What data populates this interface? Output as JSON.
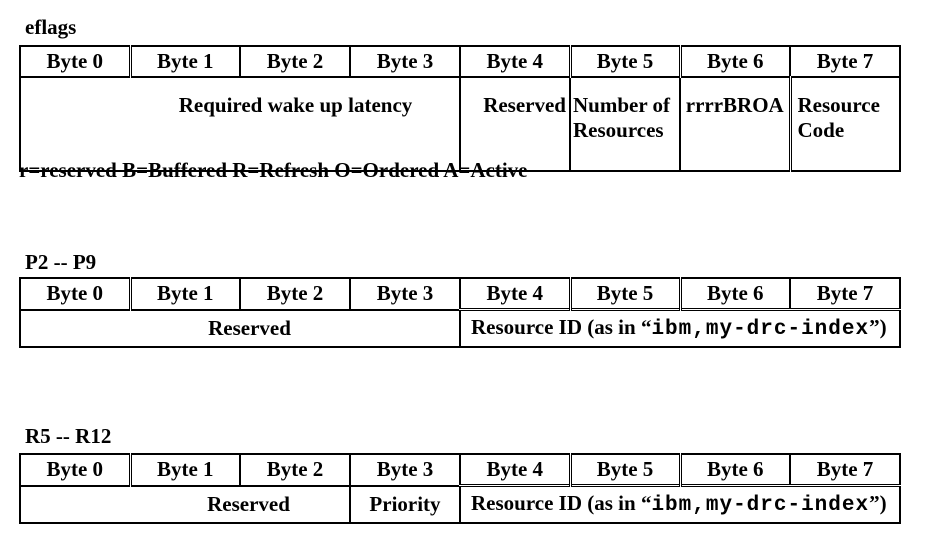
{
  "colors": {
    "background": "#ffffff",
    "border": "#000000",
    "text": "#000000"
  },
  "byte_headers": [
    "Byte 0",
    "Byte 1",
    "Byte 2",
    "Byte 3",
    "Byte 4",
    "Byte 5",
    "Byte 6",
    "Byte 7"
  ],
  "eflags_table": {
    "title": "eflags",
    "cells": {
      "latency": "Required wake up latency",
      "reserved": "Reserved",
      "num_resources": "Number of Resources",
      "flags": "rrrrBROA",
      "resource_code": "Resource Code"
    },
    "legend": "r=reserved B=Buffered R=Refresh O=Ordered A=Active"
  },
  "p2_p9_table": {
    "title": "P2 -- P9",
    "cells": {
      "reserved": "Reserved",
      "resource_id_prefix": "Resource ID (as in “",
      "resource_id_mono": "ibm,my-drc-index",
      "resource_id_suffix": "”)"
    }
  },
  "r5_r12_table": {
    "title": "R5 -- R12",
    "cells": {
      "reserved": "Reserved",
      "priority": "Priority",
      "resource_id_prefix": "Resource ID (as in “",
      "resource_id_mono": "ibm,my-drc-index",
      "resource_id_suffix": "”)"
    }
  }
}
